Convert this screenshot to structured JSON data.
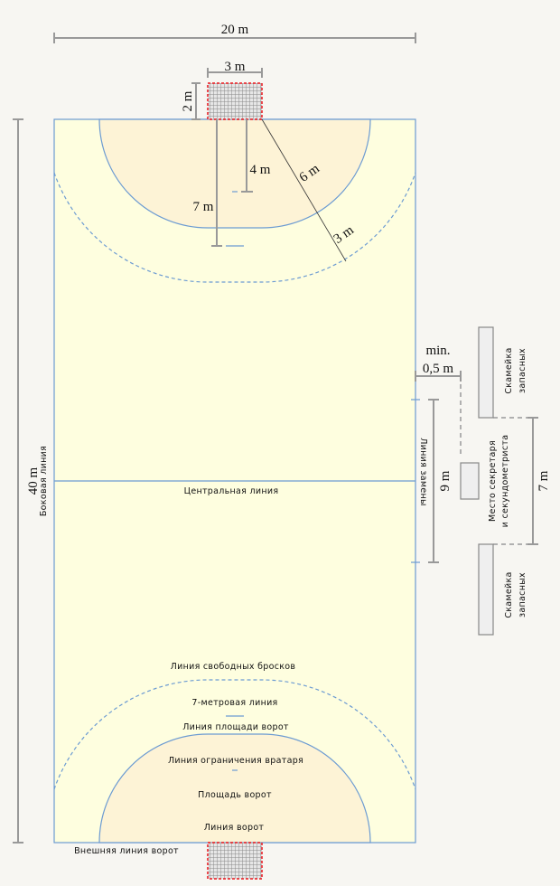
{
  "dimensions": {
    "width": "20 m",
    "length": "40 m",
    "goal_width": "3 m",
    "goal_height": "2 m",
    "seven_m": "7 m",
    "four_m": "4 m",
    "six_m": "6 m",
    "three_m": "3 m",
    "min_label": "min.",
    "min_value": "0,5 m",
    "substitution_length": "9 m",
    "bench_gap": "7 m"
  },
  "labels": {
    "side_line": "Боковая линия",
    "center_line": "Центральная линия",
    "substitution_line": "Линия замены",
    "free_throw_line": "Линия свободных бросков",
    "seven_meter_line": "7-метровая линия",
    "goal_area_line": "Линия площади ворот",
    "goalkeeper_line": "Линия ограничения вратаря",
    "goal_area": "Площадь ворот",
    "goal_line": "Линия ворот",
    "outer_goal_line": "Внешняя линия ворот",
    "bench_top": [
      "Скамейка",
      "запасных"
    ],
    "bench_bottom": [
      "Скамейка",
      "запасных"
    ],
    "secretary": [
      "Место секретаря",
      "и секундометриста"
    ]
  },
  "colors": {
    "court": "#fefedf",
    "goal_area": "#fdf3d6",
    "lines": "#6c9bd2",
    "goal_post": "#e8141b"
  }
}
